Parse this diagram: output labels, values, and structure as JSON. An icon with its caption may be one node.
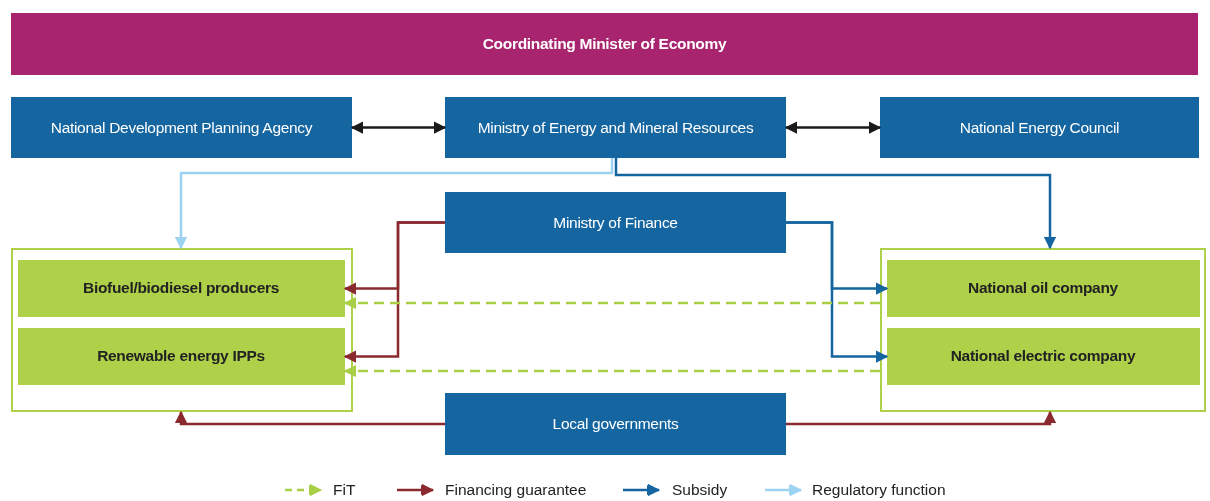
{
  "diagram": {
    "nodes": [
      {
        "text": [
          "Coordinating Minister of Economy"
        ]
      },
      {
        "text": [
          "National Development Planning Agency"
        ]
      },
      {
        "text": [
          "Ministry of Energy and Mineral Resources"
        ]
      },
      {
        "text": [
          "National Energy Council"
        ]
      },
      {
        "text": [
          "Ministry of Finance"
        ]
      },
      {
        "text": [],
        "shape": "box"
      },
      {
        "text": [
          "Biofuel/biodiesel producers"
        ],
        "in": 5
      },
      {
        "text": [
          "Renewable energy IPPs"
        ],
        "in": 5
      },
      {
        "text": [],
        "shape": "box"
      },
      {
        "text": [
          "National oil company"
        ],
        "in": 8
      },
      {
        "text": [
          "National electric company"
        ],
        "in": 8
      },
      {
        "text": [
          "Local governments"
        ]
      }
    ],
    "edges": [
      {
        "from": 1,
        "to": 2,
        "arrow": "both",
        "color": "#1a1a1a"
      },
      {
        "from": 2,
        "to": 3,
        "arrow": "both",
        "color": "#1a1a1a"
      },
      {
        "from": 2,
        "to": 5,
        "arrow": "to",
        "color": "#9dd3f2"
      },
      {
        "from": 2,
        "to": 8,
        "arrow": "to",
        "color": "#1565a0"
      },
      {
        "from": 4,
        "to": 6,
        "arrow": "to",
        "color": "#8b2a2e"
      },
      {
        "from": 4,
        "to": 7,
        "arrow": "to",
        "color": "#8b2a2e"
      },
      {
        "from": 4,
        "to": 9,
        "arrow": "to",
        "color": "#1565a0"
      },
      {
        "from": 4,
        "to": 10,
        "arrow": "to",
        "color": "#1565a0"
      },
      {
        "from": 8,
        "to": 6,
        "arrow": "to",
        "style": "dashed",
        "color": "#a8cf45"
      },
      {
        "from": 8,
        "to": 7,
        "arrow": "to",
        "style": "dashed",
        "color": "#a8cf45"
      },
      {
        "from": 11,
        "to": 5,
        "arrow": "to",
        "color": "#8b2a2e"
      },
      {
        "from": 11,
        "to": 8,
        "arrow": "to",
        "color": "#8b2a2e"
      }
    ],
    "legend": [
      {
        "text": "FiT",
        "color": "#a8cf45"
      },
      {
        "text": "Financing guarantee",
        "color": "#8b2a2e"
      },
      {
        "text": "Subsidy",
        "color": "#1565a0"
      },
      {
        "text": "Regulatory function",
        "color": "#9dd3f2"
      }
    ]
  }
}
